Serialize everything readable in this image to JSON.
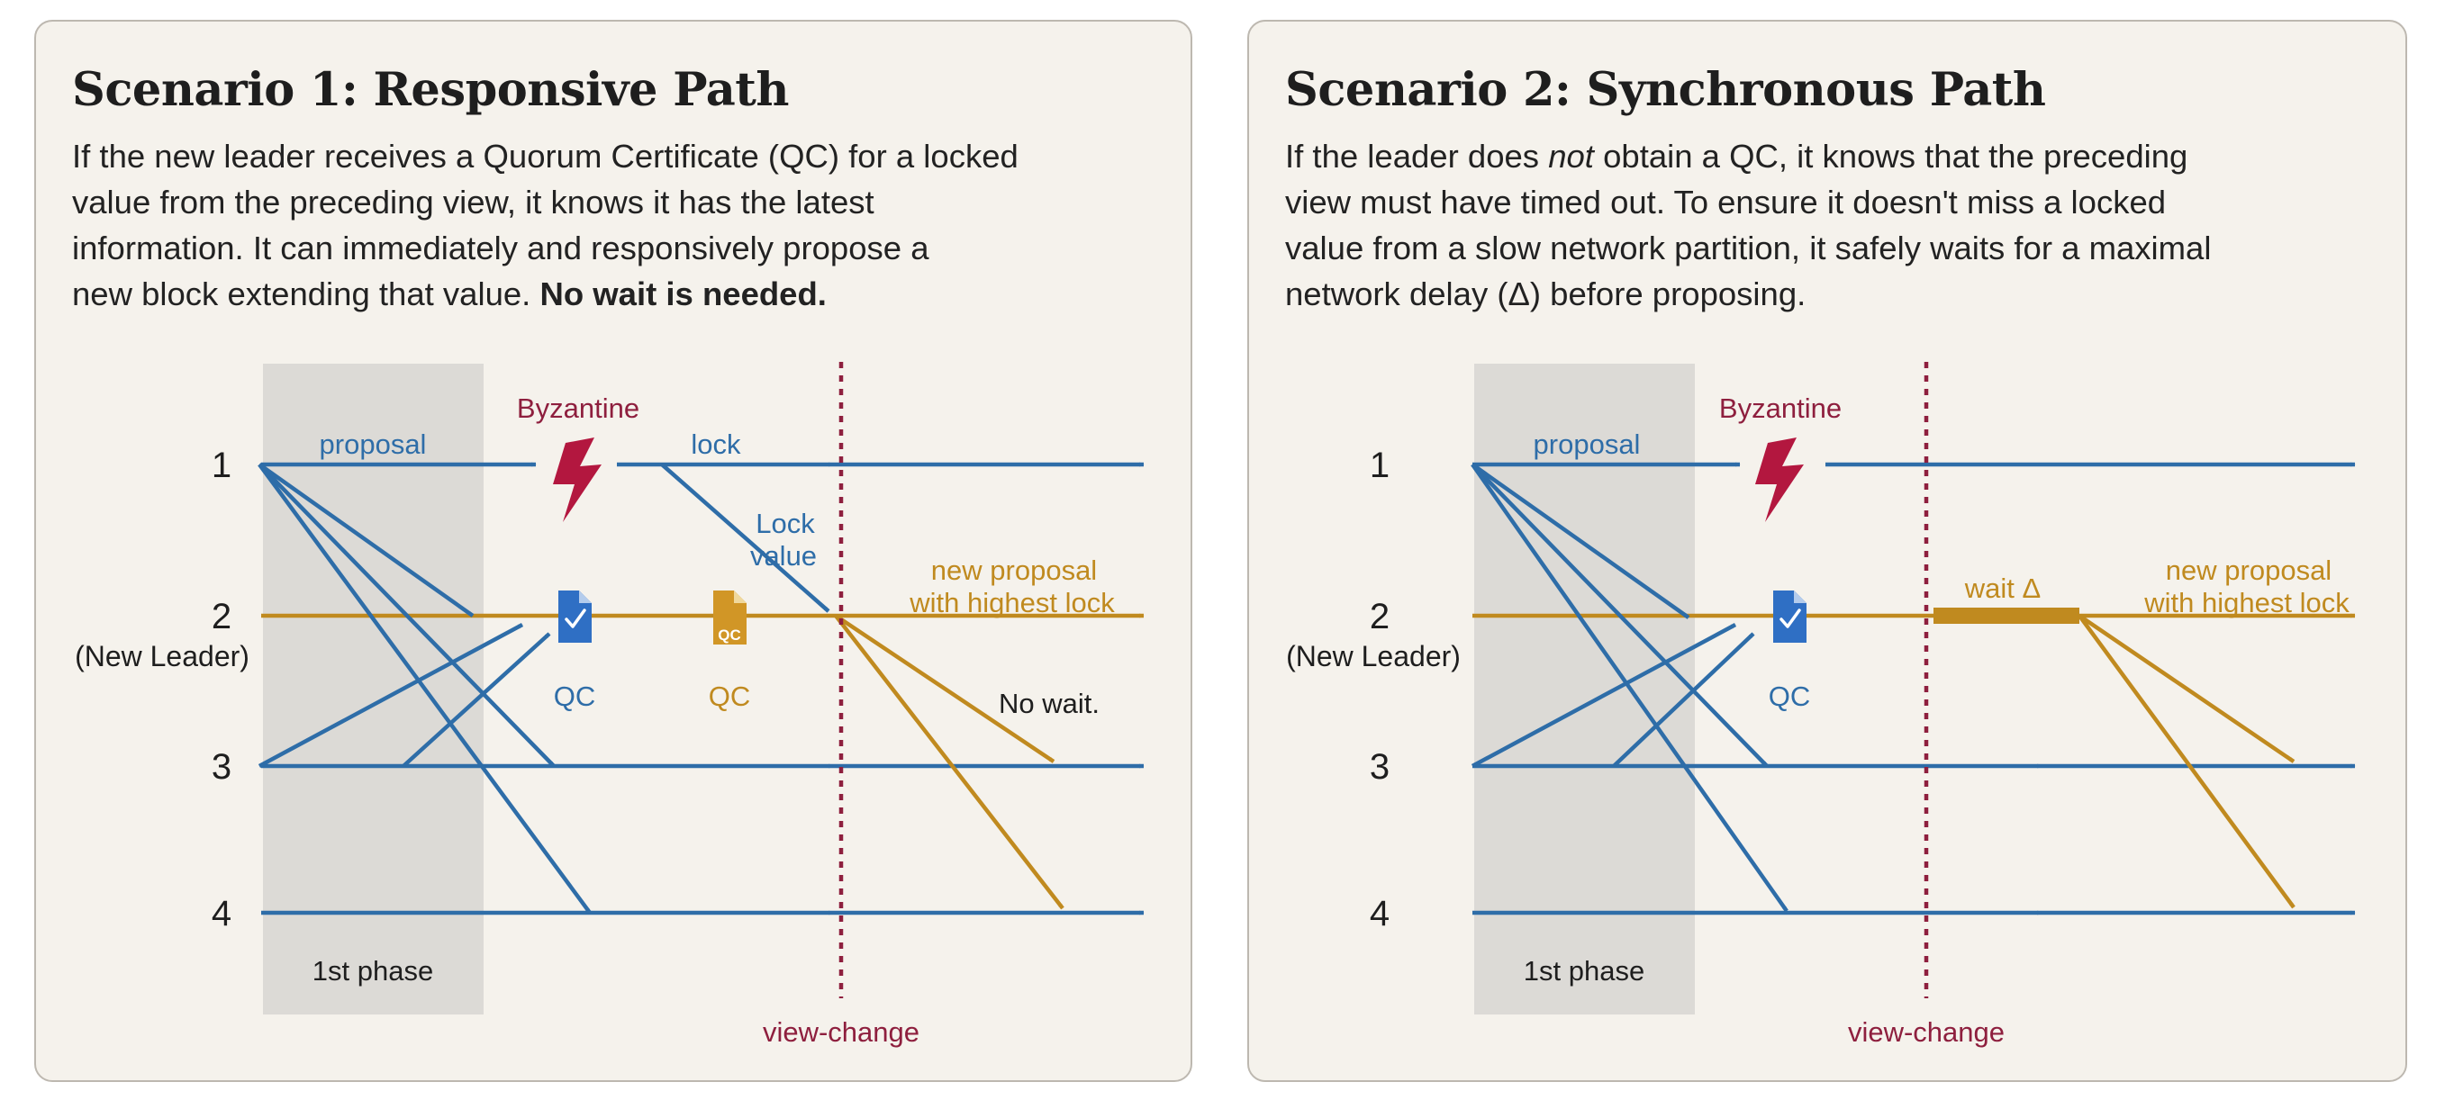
{
  "scenario1": {
    "title": "Scenario 1: Responsive Path",
    "desc_lines": [
      "If the new leader receives a Quorum Certificate (QC) for a locked",
      "value from the preceding view, it knows it has the latest",
      "information. It can immediately and responsively propose a",
      "new block extending that value."
    ],
    "desc_emphasis": "No wait is needed.",
    "labels": {
      "node1": "1",
      "node2": "2",
      "new_leader": "(New Leader)",
      "node3": "3",
      "node4": "4",
      "proposal": "proposal",
      "byzantine": "Byzantine",
      "lock": "lock",
      "lock_value_1": "Lock",
      "lock_value_2": "value",
      "new_proposal_1": "new proposal",
      "new_proposal_2": "with highest lock",
      "qc_badge": "QC",
      "qc_1": "QC",
      "qc_2": "QC",
      "no_wait": "No wait.",
      "first_phase": "1st phase",
      "view_change": "view-change"
    }
  },
  "scenario2": {
    "title": "Scenario 2: Synchronous Path",
    "desc_line1_before": "If the leader does ",
    "desc_line1_em": "not",
    "desc_line1_after": " obtain a QC, it knows that the preceding",
    "desc_lines": [
      "view must have timed out. To ensure it doesn't miss a locked",
      "value from a slow network partition, it safely waits for a maximal",
      "network delay (Δ) before proposing."
    ],
    "labels": {
      "node1": "1",
      "node2": "2",
      "new_leader": "(New Leader)",
      "node3": "3",
      "node4": "4",
      "proposal": "proposal",
      "byzantine": "Byzantine",
      "wait": "wait Δ",
      "new_proposal_1": "new proposal",
      "new_proposal_2": "with highest lock",
      "qc_1": "QC",
      "first_phase": "1st phase",
      "view_change": "view-change"
    }
  },
  "colors": {
    "blue": "#2e6da8",
    "gold": "#c08a1f",
    "byzantine_red": "#b3173f",
    "view_change_red": "#8e1f3e",
    "phase_shade": "#dcdad6"
  }
}
